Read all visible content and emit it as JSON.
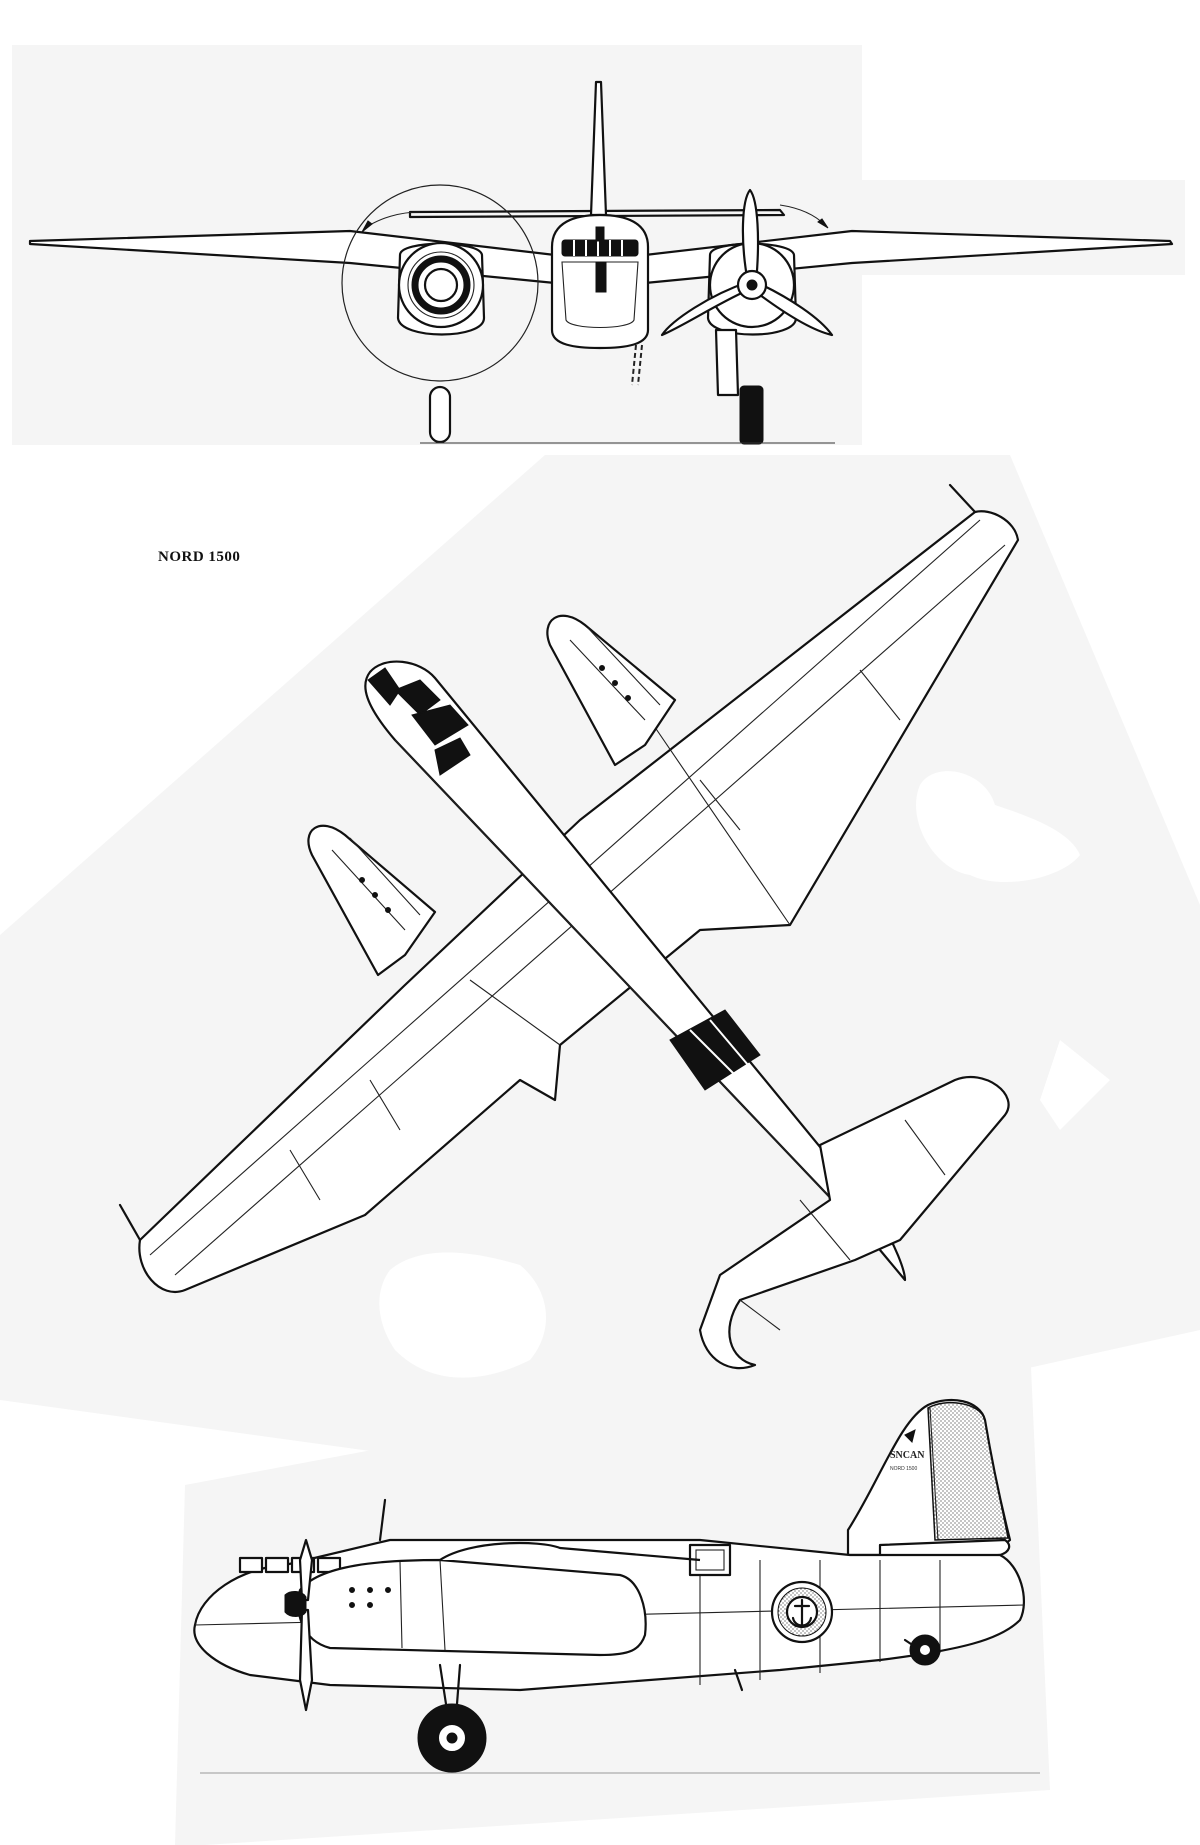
{
  "drawing": {
    "title": "NORD 1500",
    "tail_marking": "SNCAN",
    "tail_sub_marking": "NORD 1500"
  },
  "views": [
    {
      "id": "front-view"
    },
    {
      "id": "top-view"
    },
    {
      "id": "side-view"
    }
  ],
  "colors": {
    "ink": "#111111",
    "paper": "#f5f5f5"
  }
}
